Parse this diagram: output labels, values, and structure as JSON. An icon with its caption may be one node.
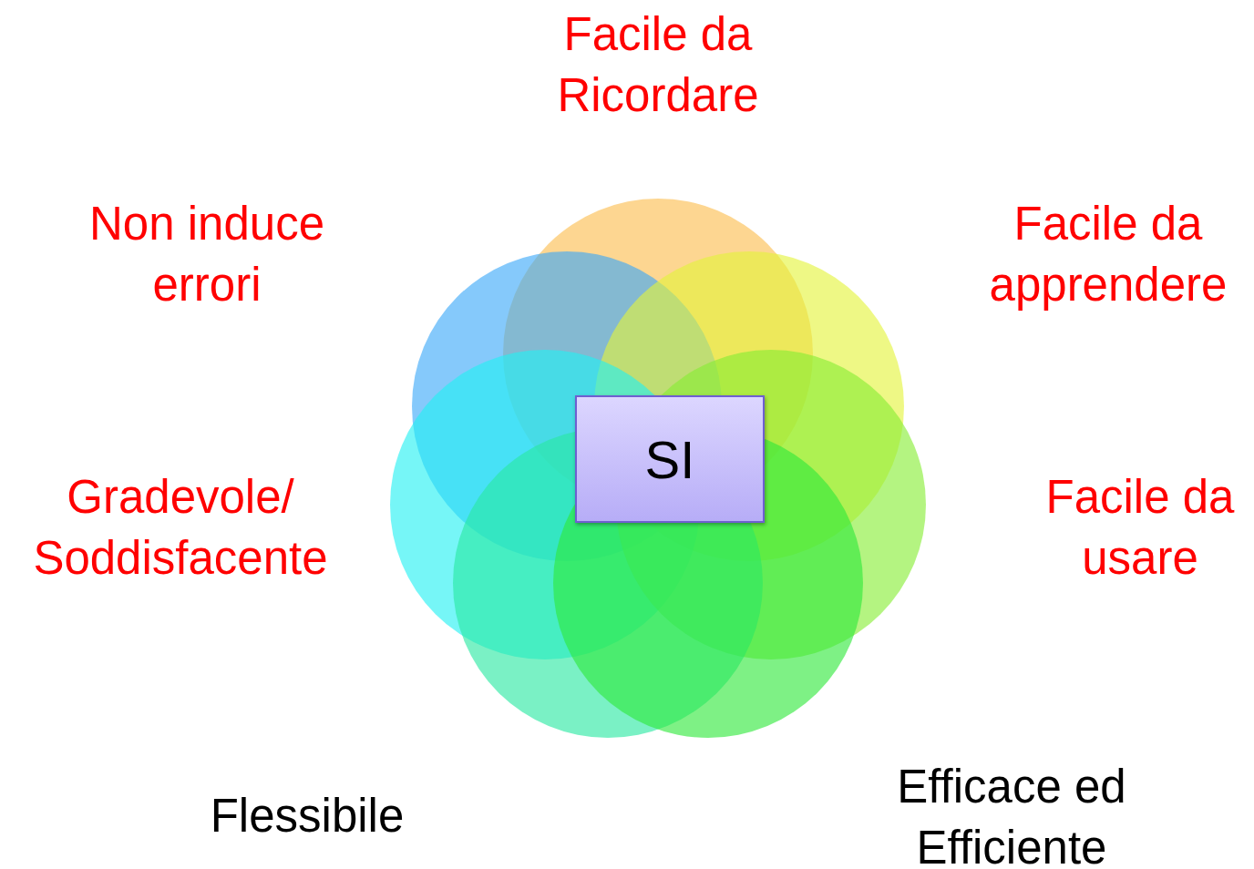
{
  "diagram": {
    "nodes": [
      {
        "text": [],
        "shape": "circle"
      },
      {
        "text": [],
        "shape": "circle"
      },
      {
        "text": [],
        "shape": "circle"
      },
      {
        "text": [],
        "shape": "circle"
      },
      {
        "text": [],
        "shape": "circle"
      },
      {
        "text": [],
        "shape": "circle"
      },
      {
        "text": [],
        "shape": "circle"
      },
      {
        "text": [
          "SI"
        ]
      }
    ],
    "edges": [],
    "labels": [
      "Facile da Ricordare",
      "Non induce errori",
      "Facile da apprendere",
      "Gradevole/ Soddisfacente",
      "Facile da usare",
      "Flessibile",
      "Efficace ed Efficiente"
    ]
  }
}
